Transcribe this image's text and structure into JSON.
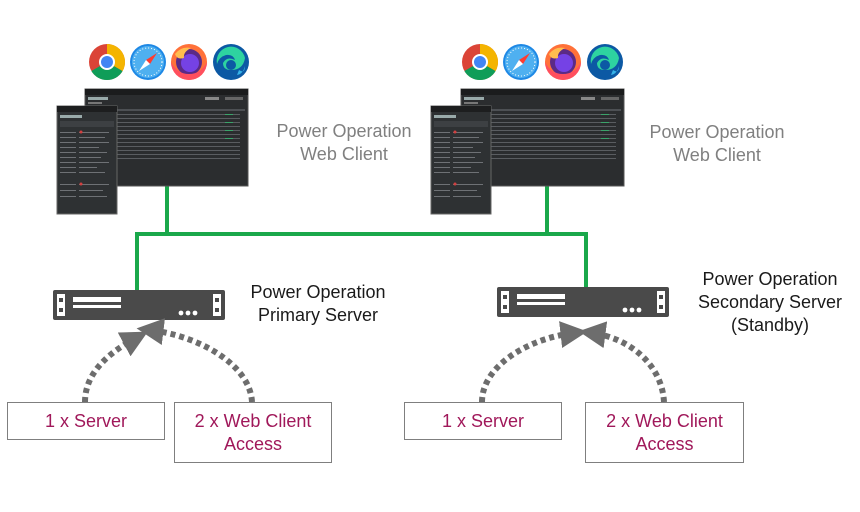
{
  "colors": {
    "network_line": "#1aa84b",
    "arrow": "#6d6d6d",
    "box_text": "#a0185a",
    "label_grey": "#808080",
    "server_body": "#4a4a4a"
  },
  "browser_icons": [
    "chrome-icon",
    "safari-icon",
    "firefox-icon",
    "edge-icon"
  ],
  "clients": [
    {
      "label_line1": "Power Operation",
      "label_line2": "Web Client"
    },
    {
      "label_line1": "Power Operation",
      "label_line2": "Web Client"
    }
  ],
  "servers": [
    {
      "label_line1": "Power Operation",
      "label_line2": "Primary Server",
      "label_line3": ""
    },
    {
      "label_line1": "Power Operation",
      "label_line2": "Secondary Server",
      "label_line3": "(Standby)"
    }
  ],
  "license_boxes": [
    {
      "line1": "1 x Server",
      "line2": ""
    },
    {
      "line1": "2 x Web Client",
      "line2": "Access"
    },
    {
      "line1": "1 x Server",
      "line2": ""
    },
    {
      "line1": "2 x Web Client",
      "line2": "Access"
    }
  ]
}
